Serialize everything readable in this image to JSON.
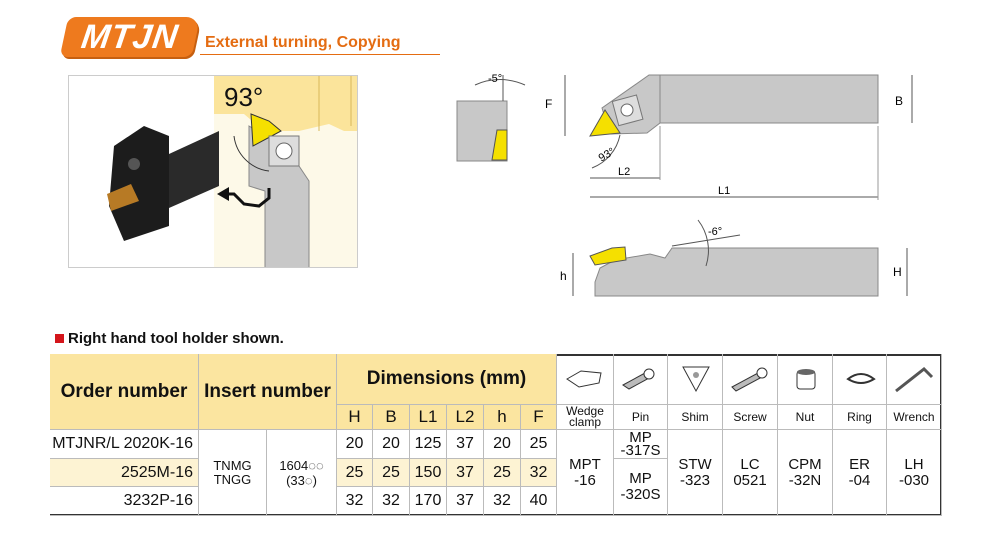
{
  "header": {
    "logo": "MTJN",
    "subtitle": "External turning, Copying"
  },
  "photo": {
    "angle": "93°"
  },
  "drawing": {
    "angle_top": "-5°",
    "angle_side": "-6°",
    "angle_main": "93°",
    "labels": {
      "F": "F",
      "B": "B",
      "L2": "L2",
      "L1": "L1",
      "h": "h",
      "H": "H"
    }
  },
  "note": "Right hand tool holder shown.",
  "table": {
    "order_header": "Order number",
    "insert_header": "Insert number",
    "dim_header": "Dimensions (mm)",
    "dim_cols": [
      "H",
      "B",
      "L1",
      "L2",
      "h",
      "F"
    ],
    "parts": [
      {
        "icon": "wedge-clamp",
        "label": "Wedge clamp"
      },
      {
        "icon": "pin",
        "label": "Pin"
      },
      {
        "icon": "shim",
        "label": "Shim"
      },
      {
        "icon": "screw",
        "label": "Screw"
      },
      {
        "icon": "nut",
        "label": "Nut"
      },
      {
        "icon": "ring",
        "label": "Ring"
      },
      {
        "icon": "wrench",
        "label": "Wrench"
      }
    ],
    "rows": [
      {
        "order": "MTJNR/L 2020K-16",
        "dims": [
          "20",
          "20",
          "125",
          "37",
          "20",
          "25"
        ]
      },
      {
        "order": "2525M-16",
        "dims": [
          "25",
          "25",
          "150",
          "37",
          "25",
          "32"
        ]
      },
      {
        "order": "3232P-16",
        "dims": [
          "32",
          "32",
          "170",
          "37",
          "32",
          "40"
        ]
      }
    ],
    "insert_types": "TNMG\nTNGG",
    "insert_size": "1604◌◌\n(33◌)",
    "wedge": "MPT\n-16",
    "pin1": "MP\n-317S",
    "pin2": "MP\n-320S",
    "shim": "STW\n-323",
    "screw": "LC\n0521",
    "nut": "CPM\n-32N",
    "ring": "ER\n-04",
    "wrench": "LH\n-030"
  }
}
